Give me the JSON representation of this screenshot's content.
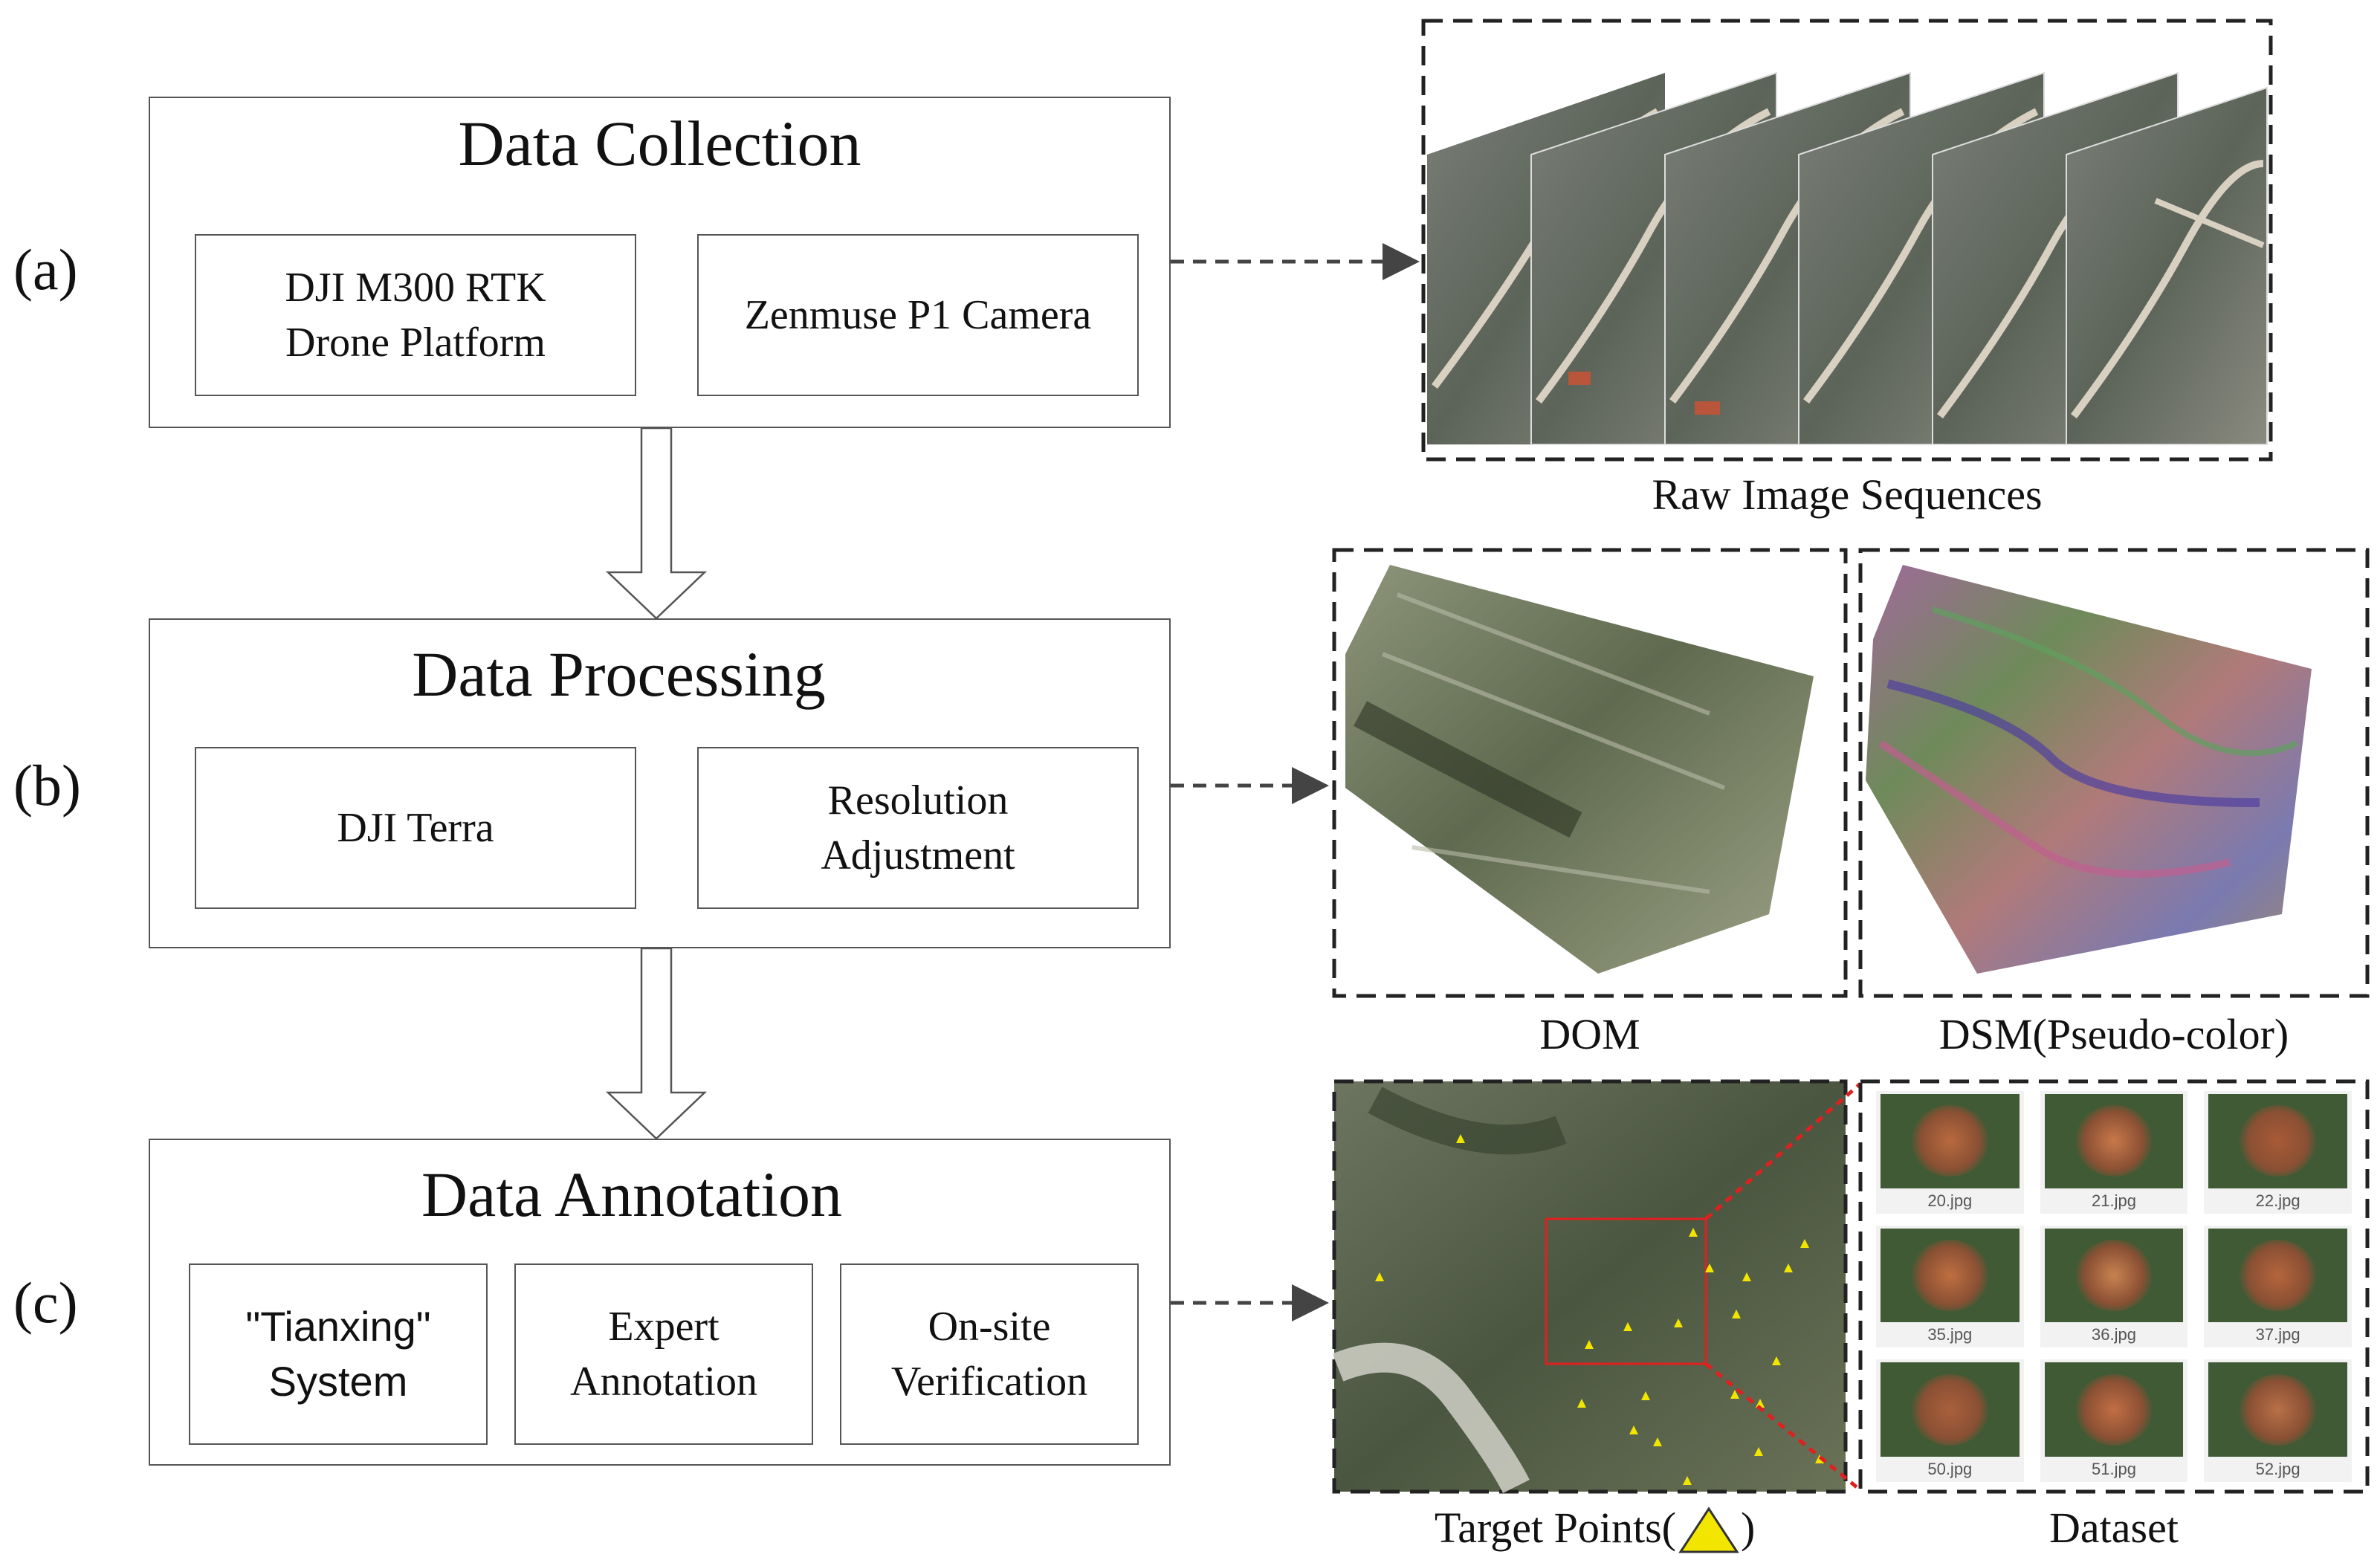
{
  "rows": [
    {
      "label": "(a)",
      "title": "Data Collection",
      "items": [
        {
          "lines": [
            "DJI M300 RTK",
            "Drone Platform"
          ]
        },
        {
          "lines": [
            "Zenmuse P1 Camera"
          ]
        }
      ]
    },
    {
      "label": "(b)",
      "title": "Data Processing",
      "items": [
        {
          "lines": [
            "DJI Terra"
          ]
        },
        {
          "lines": [
            "Resolution",
            "Adjustment"
          ]
        }
      ]
    },
    {
      "label": "(c)",
      "title": "Data Annotation",
      "items": [
        {
          "lines": [
            "\"Tianxing\"",
            "System"
          ]
        },
        {
          "lines": [
            "Expert",
            "Annotation"
          ]
        },
        {
          "lines": [
            "On-site",
            "Verification"
          ]
        }
      ]
    }
  ],
  "captions": {
    "raw": "Raw Image Sequences",
    "dom": "DOM",
    "dsm": "DSM(Pseudo-color)",
    "target_prefix": "Target Points(",
    "target_suffix": ")",
    "dataset": "Dataset"
  },
  "dataset_tiles": [
    "20.jpg",
    "21.jpg",
    "22.jpg",
    "35.jpg",
    "36.jpg",
    "37.jpg",
    "50.jpg",
    "51.jpg",
    "52.jpg"
  ],
  "colors": {
    "box_border": "#555555",
    "arrow": "#444444",
    "marker": "#f2e600",
    "zoom_line": "#e02020"
  }
}
